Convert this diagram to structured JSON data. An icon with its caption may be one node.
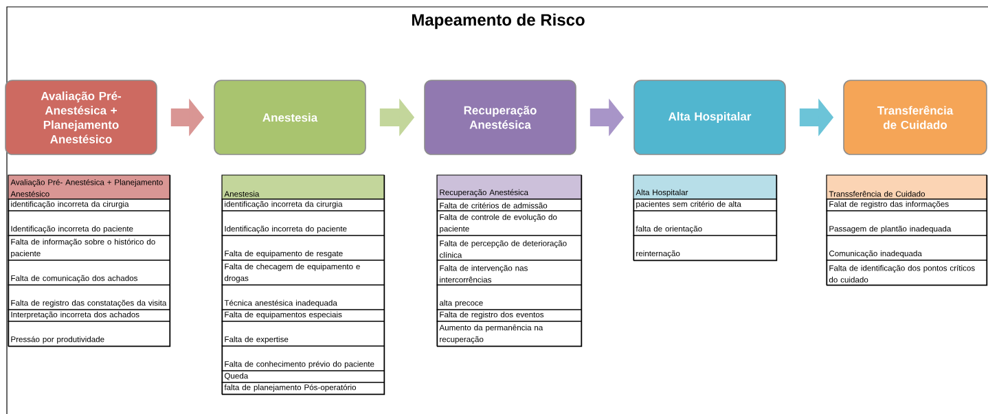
{
  "diagram": {
    "title": "Mapeamento de Risco",
    "nodes": [
      {
        "text": [
          "Avaliação Pré- Anestésica + Planejamento Anestésico"
        ]
      },
      {
        "text": [
          "Anestesia"
        ]
      },
      {
        "text": [
          "Recuperação Anestésica"
        ]
      },
      {
        "text": [
          "Alta Hospitalar"
        ]
      },
      {
        "text": [
          "Transferência de Cuidado"
        ]
      },
      {
        "text": [
          "Avaliação Pré- Anestésica + Planejamento Anestésico",
          "identificação incorreta da cirurgia",
          "Identificação incorreta do paciente",
          "Falta de informação sobre o histórico do paciente",
          "Falta de comunicação dos achados",
          "Falta de registro das constatações da visita",
          "Interpretação incorreta dos achados",
          "Pressáo por produtividade"
        ]
      },
      {
        "text": [
          "Anestesia",
          "identificação incorreta da cirurgia",
          "Identificação incorreta do paciente",
          "Falta de equipamento de resgate",
          "Falta de checagem de equipamento e drogas",
          "Técnica anestésica inadequada",
          "Falta de equipamentos especiais",
          "Falta de expertise",
          "Falta de conhecimento prévio do paciente",
          "Queda",
          "falta de planejamento Pós-operatório"
        ]
      },
      {
        "text": [
          "Recuperação Anestésica",
          "Falta de critérios de admissão",
          "Falta de controle de evolução do paciente",
          "Falta de percepção de deterioração clínica",
          "Falta de intervenção nas intercorrências",
          "alta precoce",
          "Falta de registro dos eventos",
          "Aumento da permanência na recuperação"
        ]
      },
      {
        "text": [
          "Alta Hospitalar",
          "pacientes sem critério de alta",
          "falta de orientação",
          "reinternação"
        ]
      },
      {
        "text": [
          "Transsferência de Cuidado",
          "Falat de registro das informações",
          "Passagem de plantão inadequada",
          "Comunicação inadequada",
          "Falta de identificação dos pontos críticos do cuidado"
        ]
      }
    ],
    "edges": [
      {
        "from": 0,
        "to": 1,
        "arrow": "to",
        "color": "#d99694"
      },
      {
        "from": 1,
        "to": 2,
        "arrow": "to",
        "color": "#c3d69b"
      },
      {
        "from": 2,
        "to": 3,
        "arrow": "to",
        "color": "#a895c8"
      },
      {
        "from": 3,
        "to": 4,
        "arrow": "to",
        "color": "#6cc4d8"
      }
    ]
  }
}
